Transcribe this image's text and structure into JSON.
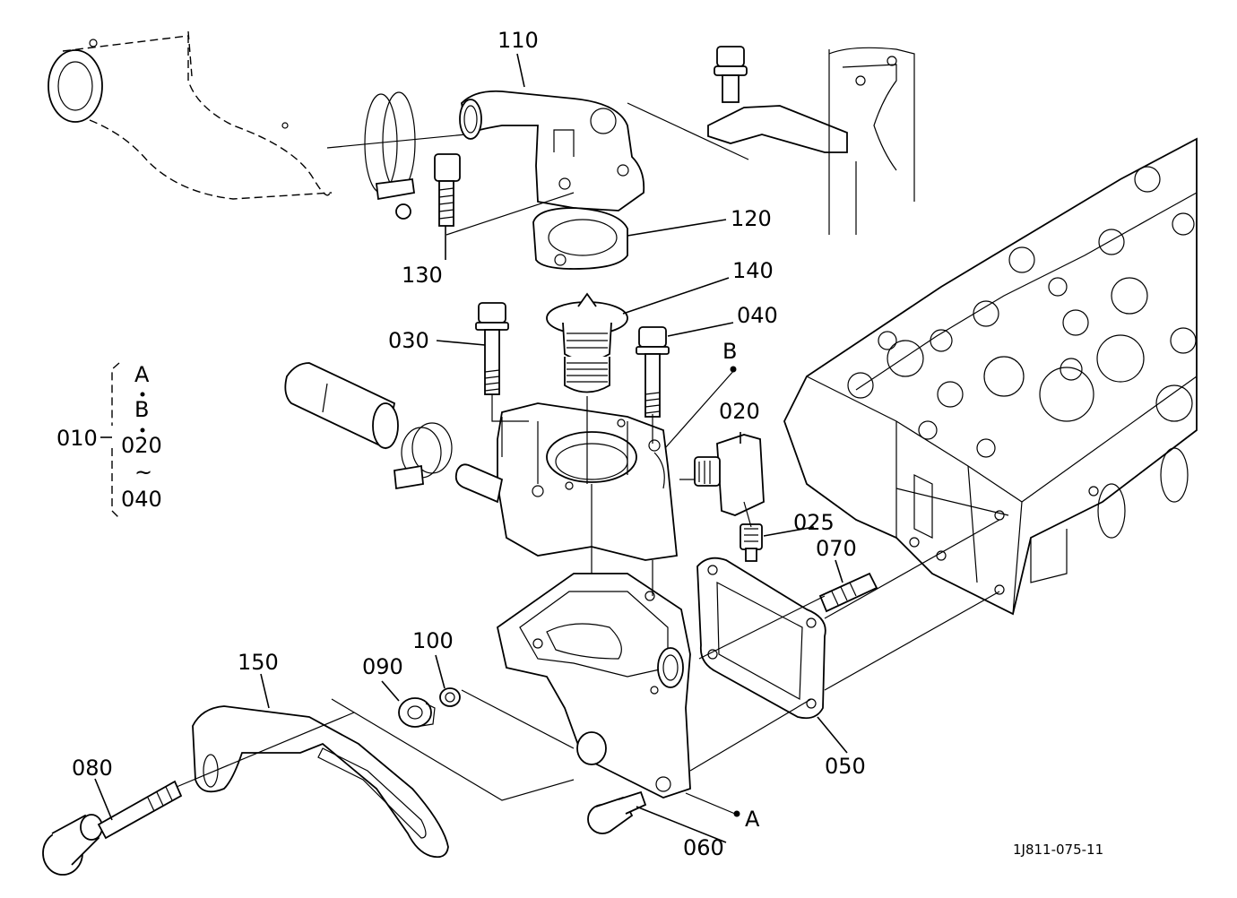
{
  "diagram": {
    "figure_id": "1J811-075-11",
    "parts": [
      {
        "key": "p110",
        "label": "110"
      },
      {
        "key": "p120",
        "label": "120"
      },
      {
        "key": "p130",
        "label": "130"
      },
      {
        "key": "p140",
        "label": "140"
      },
      {
        "key": "p030",
        "label": "030"
      },
      {
        "key": "p040",
        "label": "040"
      },
      {
        "key": "p020",
        "label": "020"
      },
      {
        "key": "p025",
        "label": "025"
      },
      {
        "key": "p070",
        "label": "070"
      },
      {
        "key": "p050",
        "label": "050"
      },
      {
        "key": "p060",
        "label": "060"
      },
      {
        "key": "p080",
        "label": "080"
      },
      {
        "key": "p090",
        "label": "090"
      },
      {
        "key": "p100",
        "label": "100"
      },
      {
        "key": "p150",
        "label": "150"
      }
    ],
    "refs": {
      "A": "A",
      "B": "B"
    },
    "assembly": {
      "label": "010",
      "items": [
        "A",
        "B",
        "020",
        "~",
        "040"
      ]
    }
  }
}
